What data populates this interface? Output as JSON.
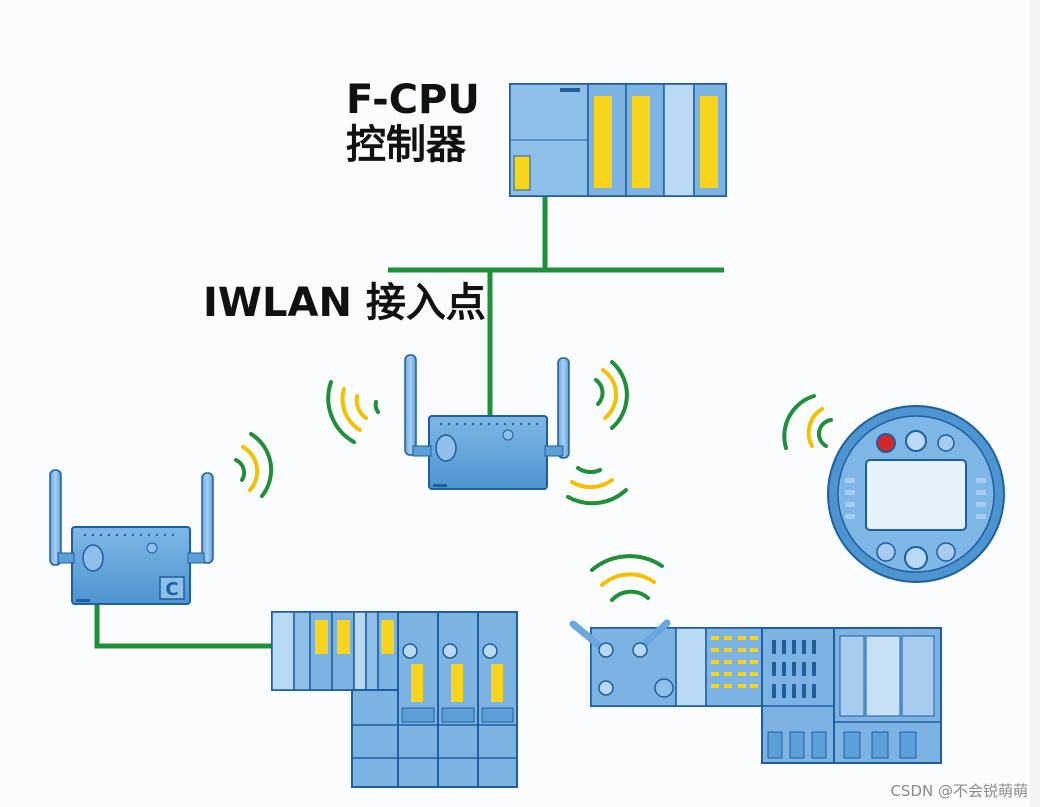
{
  "labels": {
    "cpu_line1": "F-CPU",
    "cpu_line2": "控制器",
    "access_point": "IWLAN 接入点",
    "client_badge": "C"
  },
  "watermark": "CSDN @不会锐萌萌",
  "colors": {
    "network_line": "#1f8f3a",
    "wave_green": "#1f8f3a",
    "wave_yellow": "#f2c200",
    "device_blue": "#5a9fd8",
    "device_light": "#a8ccef",
    "device_outline": "#1e5f9e",
    "module_yellow": "#f7d51d"
  },
  "icons": [
    "wifi-wave-icon",
    "antenna-icon",
    "status-led-icon"
  ]
}
